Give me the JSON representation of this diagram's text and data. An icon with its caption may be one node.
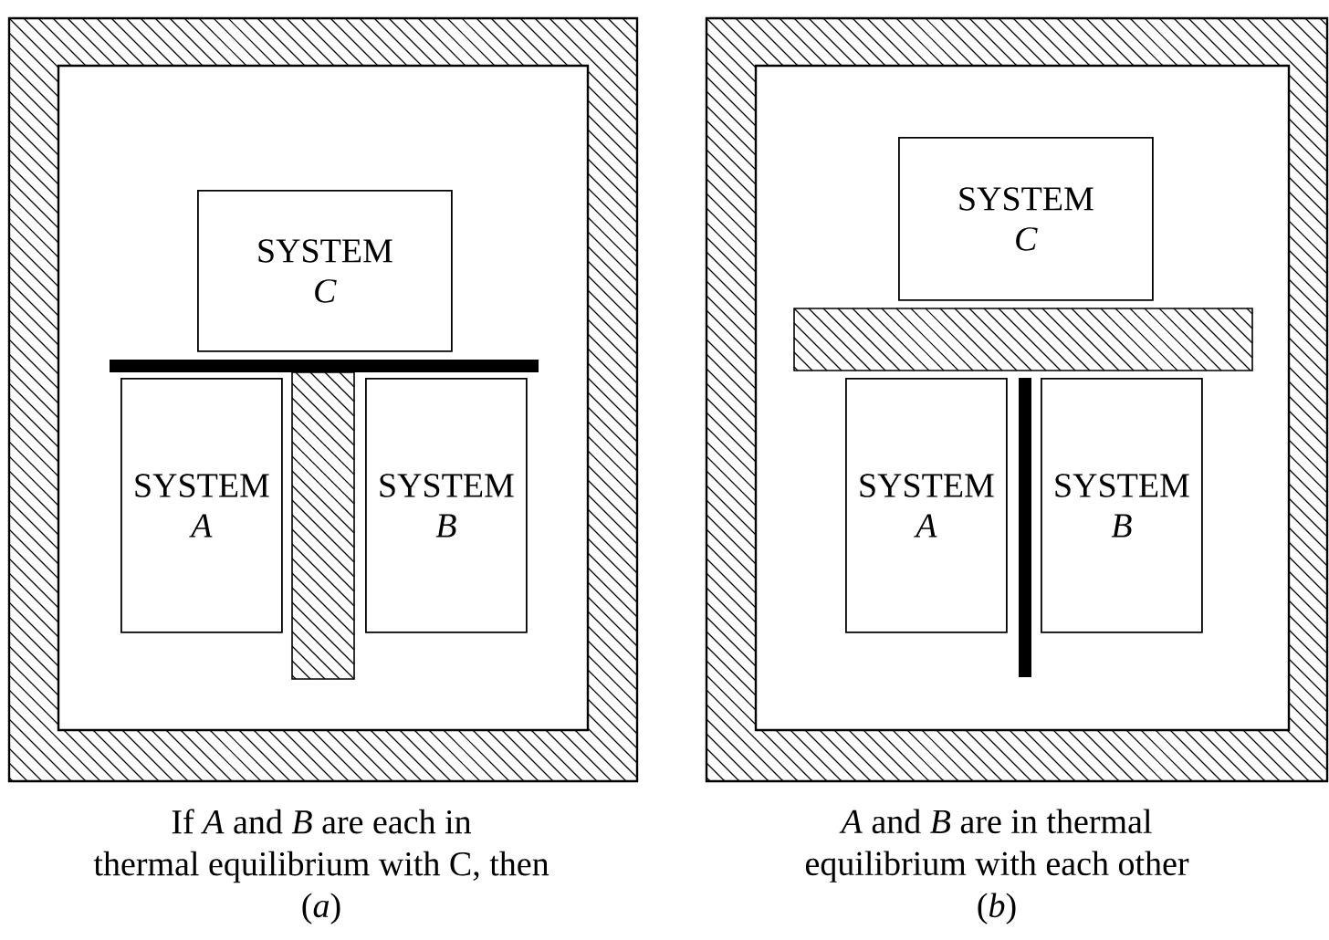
{
  "diagram": {
    "nodes": [
      {
        "text": [
          "SYSTEM *C*"
        ]
      },
      {
        "text": [
          "SYSTEM *A*"
        ]
      },
      {
        "text": [
          "SYSTEM *B*"
        ]
      },
      {
        "text": [
          "SYSTEM *C*"
        ]
      },
      {
        "text": [
          "SYSTEM *A*"
        ]
      },
      {
        "text": [
          "SYSTEM *B*"
        ]
      }
    ],
    "labels": [
      "If *A* and *B* are each in thermal equilibrium with C, then",
      "(*a*)",
      "*A* and *B* are in thermal equilibrium with each other",
      "(*b*)"
    ]
  }
}
